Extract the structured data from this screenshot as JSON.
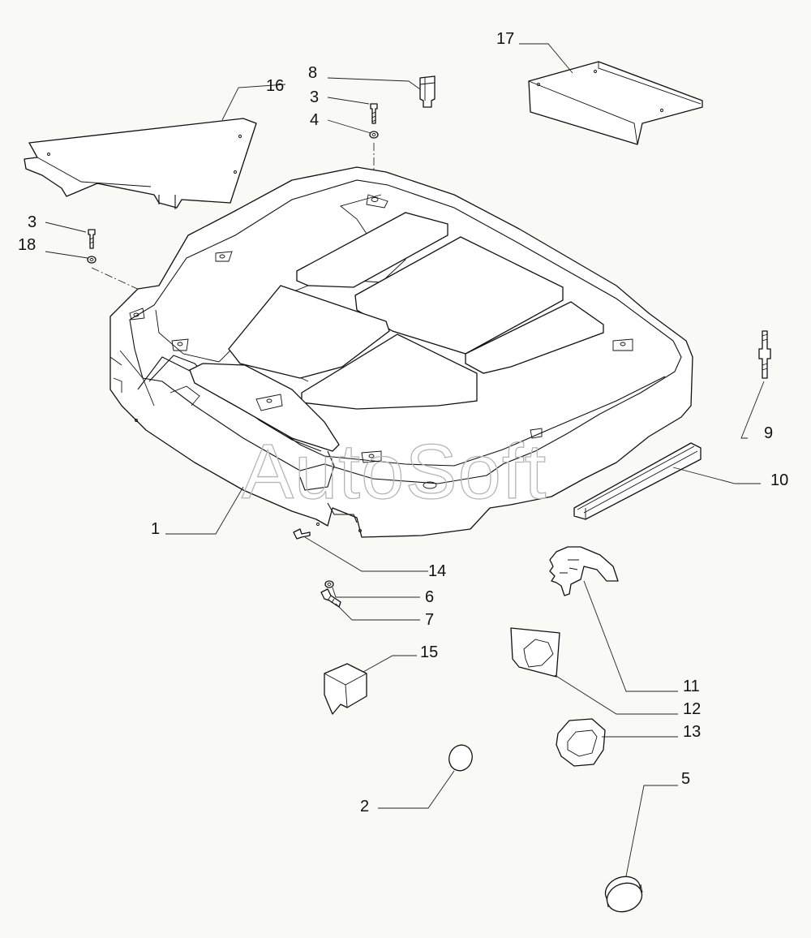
{
  "diagram": {
    "watermark": "AutoSoft",
    "parts": [
      {
        "id": "p1",
        "label": "1"
      },
      {
        "id": "p2",
        "label": "2"
      },
      {
        "id": "p3a",
        "label": "3"
      },
      {
        "id": "p3b",
        "label": "3"
      },
      {
        "id": "p4",
        "label": "4"
      },
      {
        "id": "p5",
        "label": "5"
      },
      {
        "id": "p6",
        "label": "6"
      },
      {
        "id": "p7",
        "label": "7"
      },
      {
        "id": "p8",
        "label": "8"
      },
      {
        "id": "p9",
        "label": "9"
      },
      {
        "id": "p10",
        "label": "10"
      },
      {
        "id": "p11",
        "label": "11"
      },
      {
        "id": "p12",
        "label": "12"
      },
      {
        "id": "p13",
        "label": "13"
      },
      {
        "id": "p14",
        "label": "14"
      },
      {
        "id": "p15",
        "label": "15"
      },
      {
        "id": "p16",
        "label": "16"
      },
      {
        "id": "p17",
        "label": "17"
      },
      {
        "id": "p18",
        "label": "18"
      }
    ],
    "colors": {
      "background": "#f9f9f5",
      "ink": "#111111",
      "watermark": "#b5b5b5"
    }
  }
}
